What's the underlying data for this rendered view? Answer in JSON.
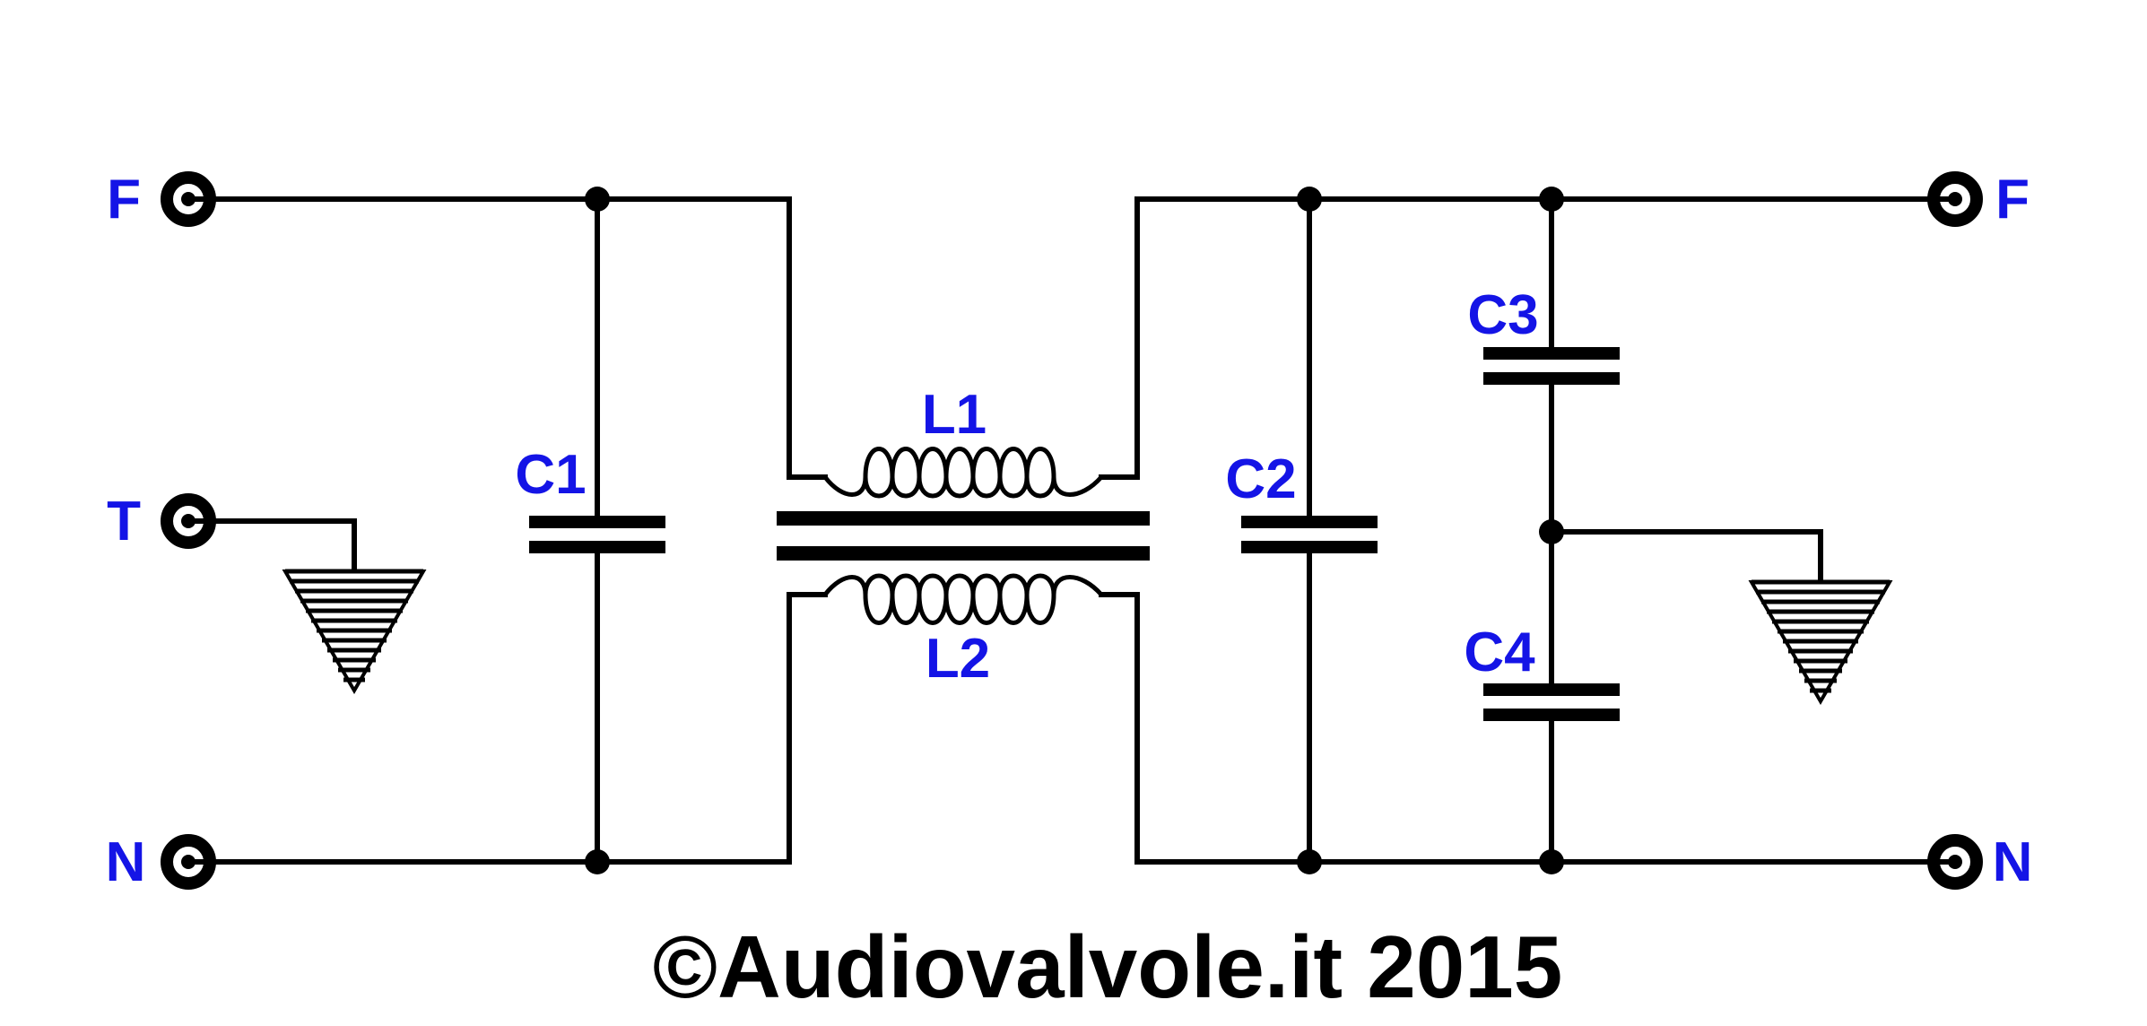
{
  "terminals": {
    "left_top": "F",
    "left_mid": "T",
    "left_bottom": "N",
    "right_top": "F",
    "right_bottom": "N"
  },
  "components": {
    "c1": "C1",
    "c2": "C2",
    "c3": "C3",
    "c4": "C4",
    "l1": "L1",
    "l2": "L2"
  },
  "copyright": "©Audiovalvole.it 2015",
  "colors": {
    "label": "#1414e6",
    "wire": "#000000",
    "background": "#ffffff"
  }
}
